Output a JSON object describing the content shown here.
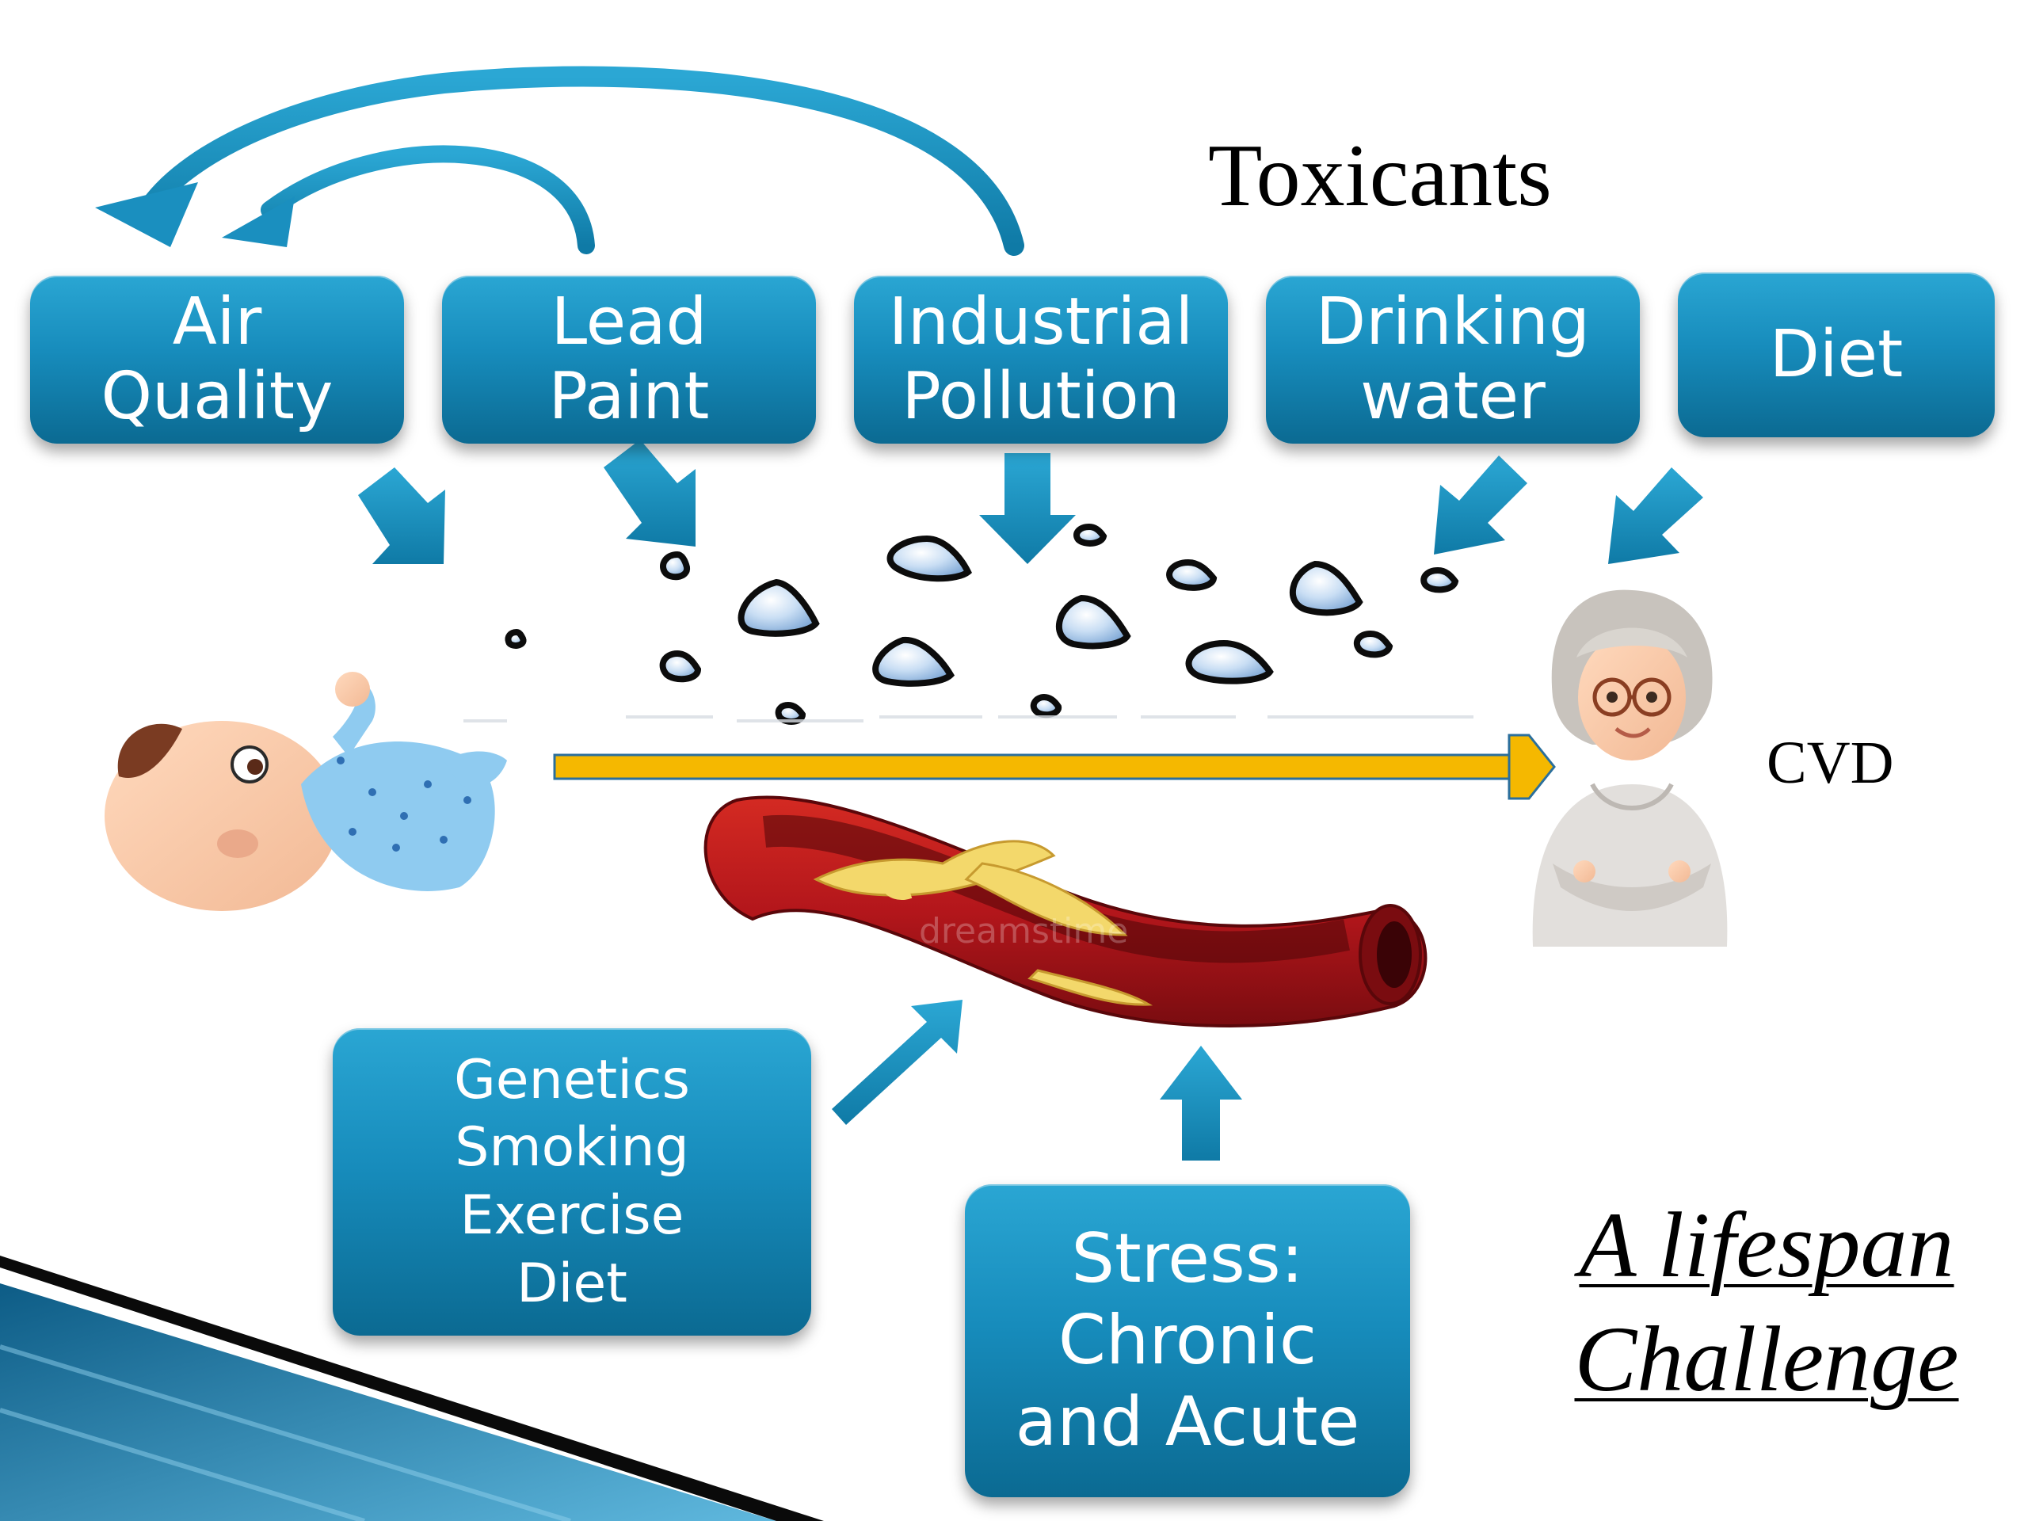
{
  "title": "Toxicants",
  "toxicant_sources": [
    {
      "line1": "Air",
      "line2": "Quality"
    },
    {
      "line1": "Lead",
      "line2": "Paint"
    },
    {
      "line1": "Industrial",
      "line2": "Pollution"
    },
    {
      "line1": "Drinking",
      "line2": "water"
    },
    {
      "line1": "Diet",
      "line2": ""
    }
  ],
  "outcome_label": "CVD",
  "risk_factors": {
    "lines": [
      "Genetics",
      "Smoking",
      "Exercise",
      "Diet"
    ]
  },
  "stress": {
    "lines": [
      "Stress:",
      "Chronic",
      "and Acute"
    ]
  },
  "tagline": {
    "line1": "A lifespan",
    "line2": "Challenge"
  },
  "watermark": "dreamstime",
  "colors": {
    "box_top": "#2aa6d3",
    "box_bottom": "#0b6a92",
    "arrow_blue": "#1a8fbf",
    "timeline_arrow": "#f5b800",
    "artery_red": "#b3161b",
    "plaque_yellow": "#f3d86b",
    "droplet": "#9cc4e8"
  }
}
